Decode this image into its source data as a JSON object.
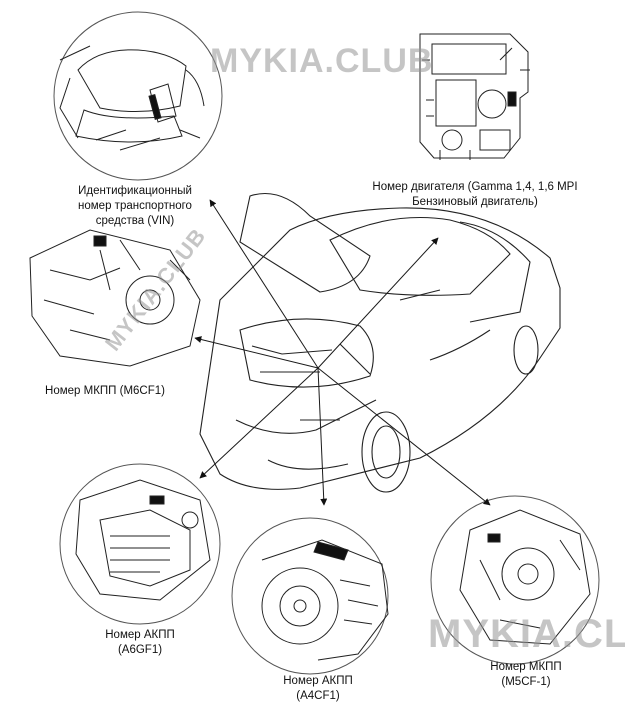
{
  "watermark": "MYKIA.CLUB",
  "labels": {
    "vin": [
      "Идентификационный",
      "номер транспортного",
      "средства (VIN)"
    ],
    "engine": [
      "Номер двигателя (Gamma 1,4, 1,6 MPI",
      "Бензиновый двигатель)"
    ],
    "m6cf1": [
      "Номер МКПП (M6CF1)"
    ],
    "a6gf1": [
      "Номер АКПП",
      "(A6GF1)"
    ],
    "a4cf1": [
      "Номер АКПП",
      "(A4CF1)"
    ],
    "m5cf1": [
      "Номер МКПП",
      "(M5CF-1)"
    ]
  },
  "colors": {
    "line": "#1a1a1a",
    "marker": "#111111",
    "watermark": "#969696"
  }
}
